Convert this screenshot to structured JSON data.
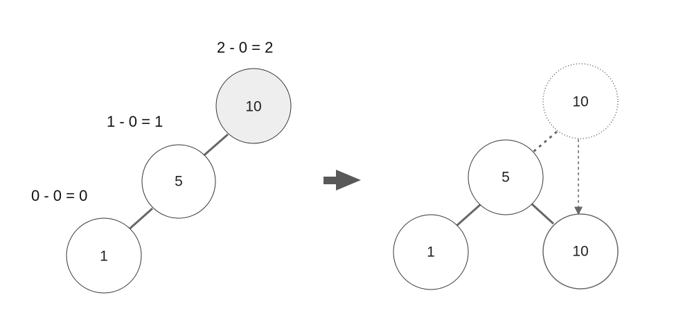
{
  "left_tree": {
    "root": {
      "label": "10",
      "annotation": "2 - 0 = 2",
      "fill": "#eeeeee"
    },
    "middle": {
      "label": "5",
      "annotation": "1 - 0 = 1"
    },
    "leaf": {
      "label": "1",
      "annotation": "0 - 0 = 0"
    }
  },
  "arrow": {
    "icon": "right-arrow-icon",
    "color": "#595959"
  },
  "right_tree": {
    "ghost": {
      "label": "10",
      "style": "dotted"
    },
    "root": {
      "label": "5"
    },
    "left_child": {
      "label": "1"
    },
    "right_child": {
      "label": "10"
    }
  },
  "colors": {
    "edge": "#666666",
    "node_stroke": "#333333",
    "node_fill": "#ffffff",
    "highlight_fill": "#eeeeee"
  }
}
